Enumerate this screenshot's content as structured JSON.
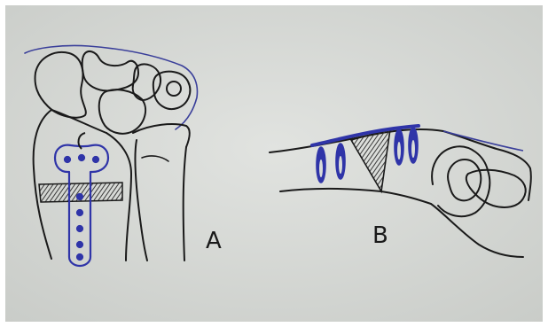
{
  "figure": {
    "panel_a": {
      "label": "A"
    },
    "panel_b": {
      "label": "B"
    }
  },
  "colors": {
    "paper": "#d9dcd9",
    "ink": "#1a1a1a",
    "implant_blue": "#2f34a8",
    "hatch": "#3a3a3a"
  },
  "icons": {
    "panel_a": "wrist-dorsal-plate-drawing",
    "panel_b": "bone-lateral-plate-drawing"
  }
}
